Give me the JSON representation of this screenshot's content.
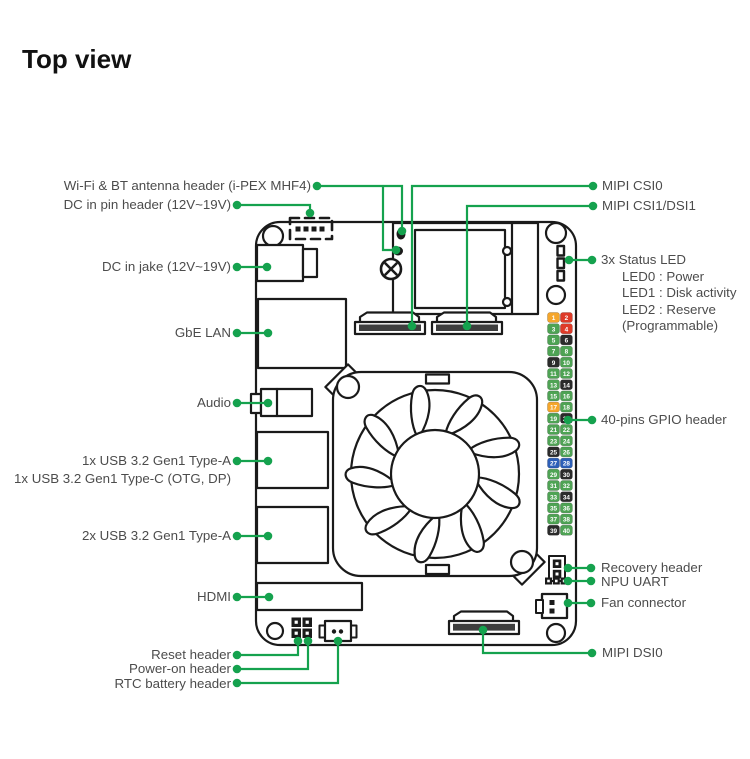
{
  "title": "Top view",
  "colors": {
    "callout_green": "#15a24e",
    "label_text": "#4c4c4c",
    "line_black": "#1a1a1a",
    "gpio_palette": {
      "power3v3": "#f5a62b",
      "power5v": "#de3a28",
      "gpio": "#4ea354",
      "ground": "#2b2b2b",
      "id_eeprom": "#2d5fb8"
    }
  },
  "callouts": {
    "wifi_bt_antenna": "Wi-Fi & BT antenna header (i-PEX MHF4)",
    "dc_in_pin_header": "DC in pin header (12V~19V)",
    "dc_in_jack": "DC in jake (12V~19V)",
    "gbe_lan": "GbE LAN",
    "audio": "Audio",
    "usb_a_1x": "1x USB 3.2 Gen1 Type-A",
    "usb_c_1x": "1x USB 3.2 Gen1 Type-C (OTG, DP)",
    "usb_a_2x": "2x USB 3.2 Gen1 Type-A",
    "hdmi": "HDMI",
    "reset_header": "Reset header",
    "power_on_header": "Power-on header",
    "rtc_battery_header": "RTC battery header",
    "mipi_csi0": "MIPI CSI0",
    "mipi_csi1_dsi1": "MIPI CSI1/DSI1",
    "status_led": "3x Status LED",
    "status_led_0": "LED0 : Power",
    "status_led_1": "LED1 : Disk activity",
    "status_led_2": "LED2 : Reserve",
    "status_led_note": "(Programmable)",
    "gpio_header": "40-pins GPIO header",
    "recovery_header": "Recovery header",
    "npu_uart": "NPU UART",
    "fan_connector": "Fan connector",
    "mipi_dsi0": "MIPI DSI0"
  },
  "gpio": {
    "pins": [
      {
        "n": 1,
        "t": "power3v3"
      },
      {
        "n": 2,
        "t": "power5v"
      },
      {
        "n": 3,
        "t": "gpio"
      },
      {
        "n": 4,
        "t": "power5v"
      },
      {
        "n": 5,
        "t": "gpio"
      },
      {
        "n": 6,
        "t": "ground"
      },
      {
        "n": 7,
        "t": "gpio"
      },
      {
        "n": 8,
        "t": "gpio"
      },
      {
        "n": 9,
        "t": "ground"
      },
      {
        "n": 10,
        "t": "gpio"
      },
      {
        "n": 11,
        "t": "gpio"
      },
      {
        "n": 12,
        "t": "gpio"
      },
      {
        "n": 13,
        "t": "gpio"
      },
      {
        "n": 14,
        "t": "ground"
      },
      {
        "n": 15,
        "t": "gpio"
      },
      {
        "n": 16,
        "t": "gpio"
      },
      {
        "n": 17,
        "t": "power3v3"
      },
      {
        "n": 18,
        "t": "gpio"
      },
      {
        "n": 19,
        "t": "gpio"
      },
      {
        "n": 20,
        "t": "ground"
      },
      {
        "n": 21,
        "t": "gpio"
      },
      {
        "n": 22,
        "t": "gpio"
      },
      {
        "n": 23,
        "t": "gpio"
      },
      {
        "n": 24,
        "t": "gpio"
      },
      {
        "n": 25,
        "t": "ground"
      },
      {
        "n": 26,
        "t": "gpio"
      },
      {
        "n": 27,
        "t": "id_eeprom"
      },
      {
        "n": 28,
        "t": "id_eeprom"
      },
      {
        "n": 29,
        "t": "gpio"
      },
      {
        "n": 30,
        "t": "ground"
      },
      {
        "n": 31,
        "t": "gpio"
      },
      {
        "n": 32,
        "t": "gpio"
      },
      {
        "n": 33,
        "t": "gpio"
      },
      {
        "n": 34,
        "t": "ground"
      },
      {
        "n": 35,
        "t": "gpio"
      },
      {
        "n": 36,
        "t": "gpio"
      },
      {
        "n": 37,
        "t": "gpio"
      },
      {
        "n": 38,
        "t": "gpio"
      },
      {
        "n": 39,
        "t": "ground"
      },
      {
        "n": 40,
        "t": "gpio"
      }
    ]
  }
}
